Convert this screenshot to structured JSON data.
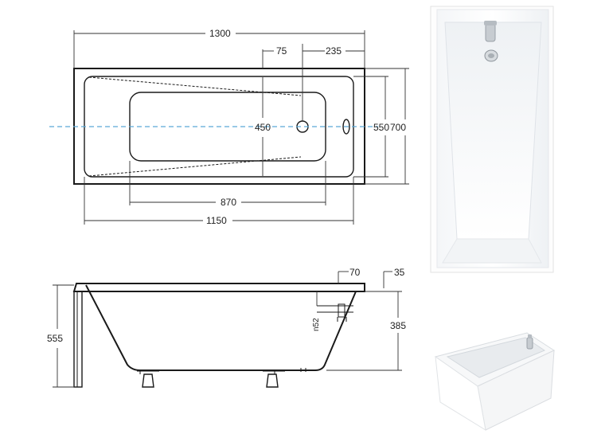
{
  "top_view": {
    "total_length": "1300",
    "total_width": "700",
    "inner_length": "1150",
    "inner_width": "550",
    "bottom_length": "870",
    "bottom_width": "450",
    "drain_offset": "75",
    "overflow_offset": "235"
  },
  "side_view": {
    "total_height": "555",
    "inner_depth": "385",
    "rim_width": "70",
    "rim_thickness": "35",
    "drain_diameter": "n52"
  },
  "colors": {
    "line": "#1a1a1a",
    "center_axis": "#5aa9d6",
    "tub_white": "#ffffff",
    "tub_shadow": "#e9ecef"
  }
}
